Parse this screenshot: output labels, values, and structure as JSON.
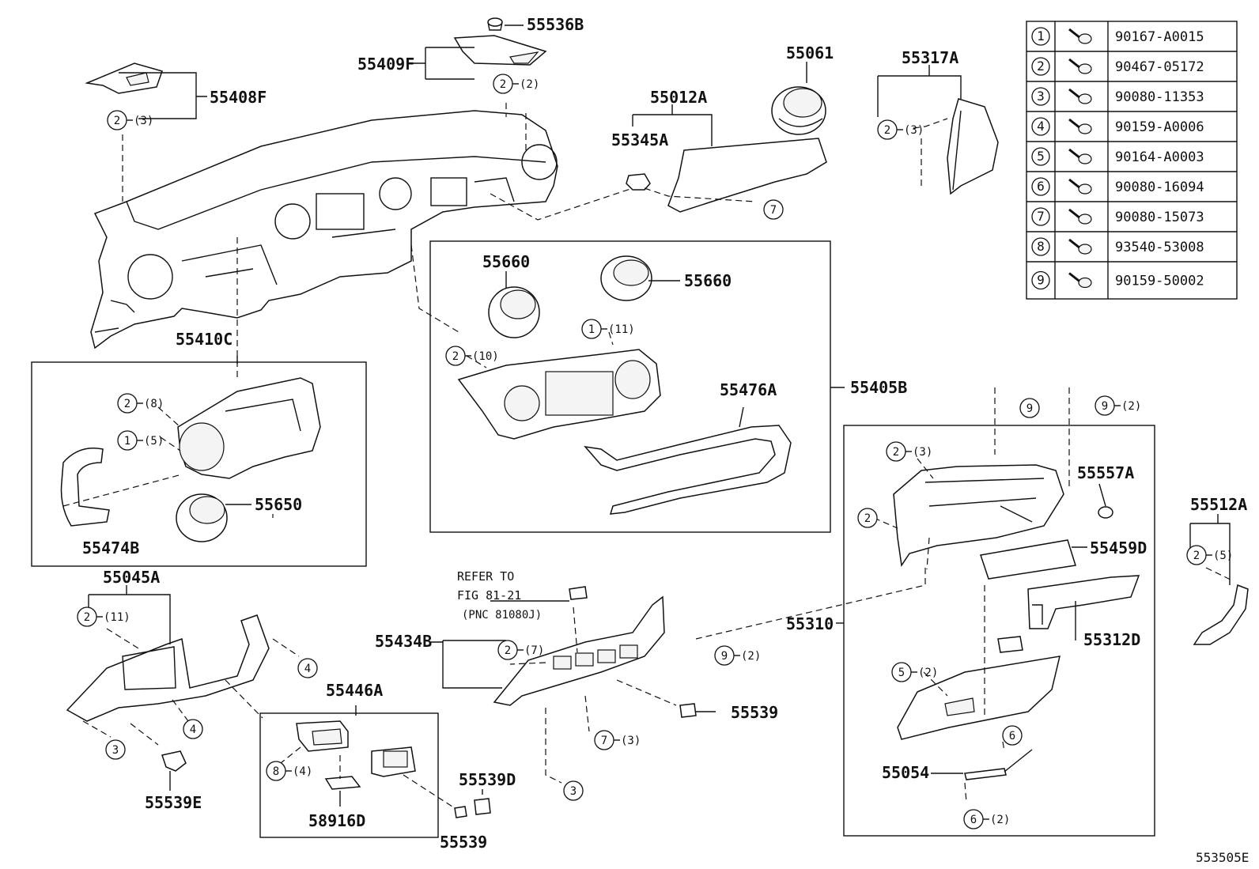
{
  "figure_code": "553505E",
  "legend": {
    "rows": [
      {
        "num": "1",
        "part": "90167-A0015"
      },
      {
        "num": "2",
        "part": "90467-05172"
      },
      {
        "num": "3",
        "part": "90080-11353"
      },
      {
        "num": "4",
        "part": "90159-A0006"
      },
      {
        "num": "5",
        "part": "90164-A0003"
      },
      {
        "num": "6",
        "part": "90080-16094"
      },
      {
        "num": "7",
        "part": "90080-15073"
      },
      {
        "num": "8",
        "part": "93540-53008"
      },
      {
        "num": "9",
        "part": "90159-50002"
      }
    ]
  },
  "part_labels": {
    "p55536B": "55536B",
    "p55409F": "55409F",
    "p55408F": "55408F",
    "p55061": "55061",
    "p55012A": "55012A",
    "p55345A": "55345A",
    "p55317A": "55317A",
    "p55660a": "55660",
    "p55660b": "55660",
    "p55410C": "55410C",
    "p55650": "55650",
    "p55474B": "55474B",
    "p55476A": "55476A",
    "p55405B": "55405B",
    "p55045A": "55045A",
    "p55434B": "55434B",
    "p55446A": "55446A",
    "p55539a": "55539",
    "p55539D": "55539D",
    "p55539b": "55539",
    "p55539E": "55539E",
    "p58916D": "58916D",
    "p55557A": "55557A",
    "p55459D": "55459D",
    "p55310": "55310",
    "p55312D": "55312D",
    "p55512A": "55512A",
    "p55054": "55054"
  },
  "refer": {
    "line1": "REFER TO",
    "line2": "FIG 81-21",
    "line3": "(PNC 81080J)"
  },
  "callouts": [
    {
      "num": "2",
      "qty": "(2)"
    },
    {
      "num": "2",
      "qty": "(3)"
    },
    {
      "num": "2",
      "qty": "(3)"
    },
    {
      "num": "7",
      "qty": ""
    },
    {
      "num": "1",
      "qty": "(11)"
    },
    {
      "num": "2",
      "qty": "(10)"
    },
    {
      "num": "2",
      "qty": "(8)"
    },
    {
      "num": "1",
      "qty": "(5)"
    },
    {
      "num": "9",
      "qty": ""
    },
    {
      "num": "9",
      "qty": "(2)"
    },
    {
      "num": "2",
      "qty": "(3)"
    },
    {
      "num": "2",
      "qty": ""
    },
    {
      "num": "2",
      "qty": "(5)"
    },
    {
      "num": "2",
      "qty": "(11)"
    },
    {
      "num": "4",
      "qty": ""
    },
    {
      "num": "4",
      "qty": ""
    },
    {
      "num": "3",
      "qty": ""
    },
    {
      "num": "8",
      "qty": "(4)"
    },
    {
      "num": "2",
      "qty": "(7)"
    },
    {
      "num": "7",
      "qty": "(3)"
    },
    {
      "num": "3",
      "qty": ""
    },
    {
      "num": "9",
      "qty": "(2)"
    },
    {
      "num": "5",
      "qty": "(2)"
    },
    {
      "num": "6",
      "qty": ""
    },
    {
      "num": "6",
      "qty": "(2)"
    }
  ]
}
